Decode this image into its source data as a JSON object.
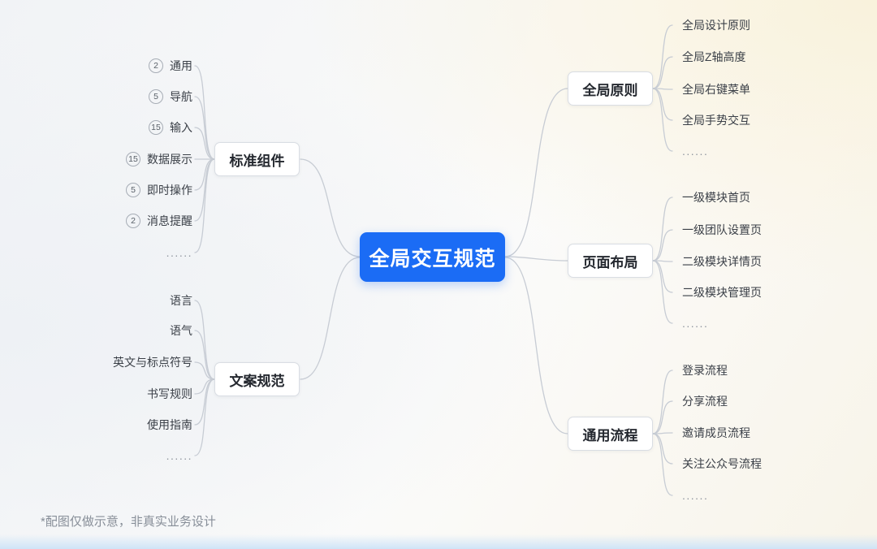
{
  "root": {
    "label": "全局交互规范"
  },
  "left_branches": [
    {
      "label": "标准组件",
      "children": [
        {
          "badge": "2",
          "label": "通用"
        },
        {
          "badge": "5",
          "label": "导航"
        },
        {
          "badge": "15",
          "label": "输入"
        },
        {
          "badge": "15",
          "label": "数据展示"
        },
        {
          "badge": "5",
          "label": "即时操作"
        },
        {
          "badge": "2",
          "label": "消息提醒"
        },
        {
          "label": "......"
        }
      ]
    },
    {
      "label": "文案规范",
      "children": [
        {
          "label": "语言"
        },
        {
          "label": "语气"
        },
        {
          "label": "英文与标点符号"
        },
        {
          "label": "书写规则"
        },
        {
          "label": "使用指南"
        },
        {
          "label": "......"
        }
      ]
    }
  ],
  "right_branches": [
    {
      "label": "全局原则",
      "children": [
        {
          "label": "全局设计原则"
        },
        {
          "label": "全局Z轴高度"
        },
        {
          "label": "全局右键菜单"
        },
        {
          "label": "全局手势交互"
        },
        {
          "label": "......"
        }
      ]
    },
    {
      "label": "页面布局",
      "children": [
        {
          "label": "一级模块首页"
        },
        {
          "label": "一级团队设置页"
        },
        {
          "label": "二级模块详情页"
        },
        {
          "label": "二级模块管理页"
        },
        {
          "label": "......"
        }
      ]
    },
    {
      "label": "通用流程",
      "children": [
        {
          "label": "登录流程"
        },
        {
          "label": "分享流程"
        },
        {
          "label": "邀请成员流程"
        },
        {
          "label": "关注公众号流程"
        },
        {
          "label": "......"
        }
      ]
    }
  ],
  "footnote": "*配图仅做示意，非真实业务设计",
  "colors": {
    "root_bg": "#1b6cf5",
    "root_text": "#ffffff",
    "branch_border": "#d9dde3",
    "line": "#c7ccd4",
    "leaf_text": "#3a3f47"
  }
}
